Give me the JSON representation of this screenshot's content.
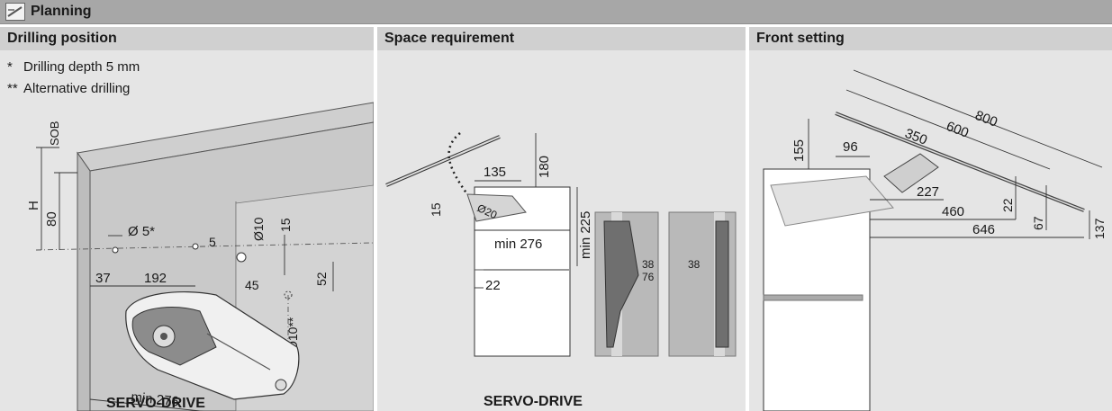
{
  "header": {
    "title": "Planning",
    "logo_icon": "planning-icon"
  },
  "panels": {
    "drilling": {
      "title": "Drilling position",
      "notes": [
        {
          "mark": "*",
          "text": "Drilling depth 5 mm"
        },
        {
          "mark": "**",
          "text": "Alternative drilling"
        }
      ],
      "labels": {
        "sob": "SOB",
        "h": "H",
        "d80": "80",
        "dia5": "Ø 5*",
        "d5": "5",
        "dia10": "Ø10",
        "d15": "15",
        "d37": "37",
        "d192": "192",
        "d45": "45",
        "d52": "52",
        "dia10alt": "Ø10**",
        "min276": "min 276",
        "brand": "SERVO-DRIVE"
      }
    },
    "space": {
      "title": "Space requirement",
      "labels": {
        "d135": "135",
        "d180": "180",
        "d15": "15",
        "dia20": "Ø20",
        "min225": "min 225",
        "min276": "min 276",
        "d22": "22",
        "d38a": "38",
        "d76": "76",
        "d38b": "38",
        "brand": "SERVO-DRIVE"
      }
    },
    "front": {
      "title": "Front setting",
      "labels": {
        "d800": "800",
        "d600": "600",
        "d350": "350",
        "d155": "155",
        "d96": "96",
        "d227": "227",
        "d460": "460",
        "d22": "22",
        "d67": "67",
        "d646": "646",
        "d137": "137"
      }
    }
  },
  "colors": {
    "header_bg": "#a7a7a7",
    "panel_head": "#d0d0d0",
    "panel_bg": "#e5e5e5",
    "cabinet": "#c2c2c2",
    "line": "#333333"
  }
}
